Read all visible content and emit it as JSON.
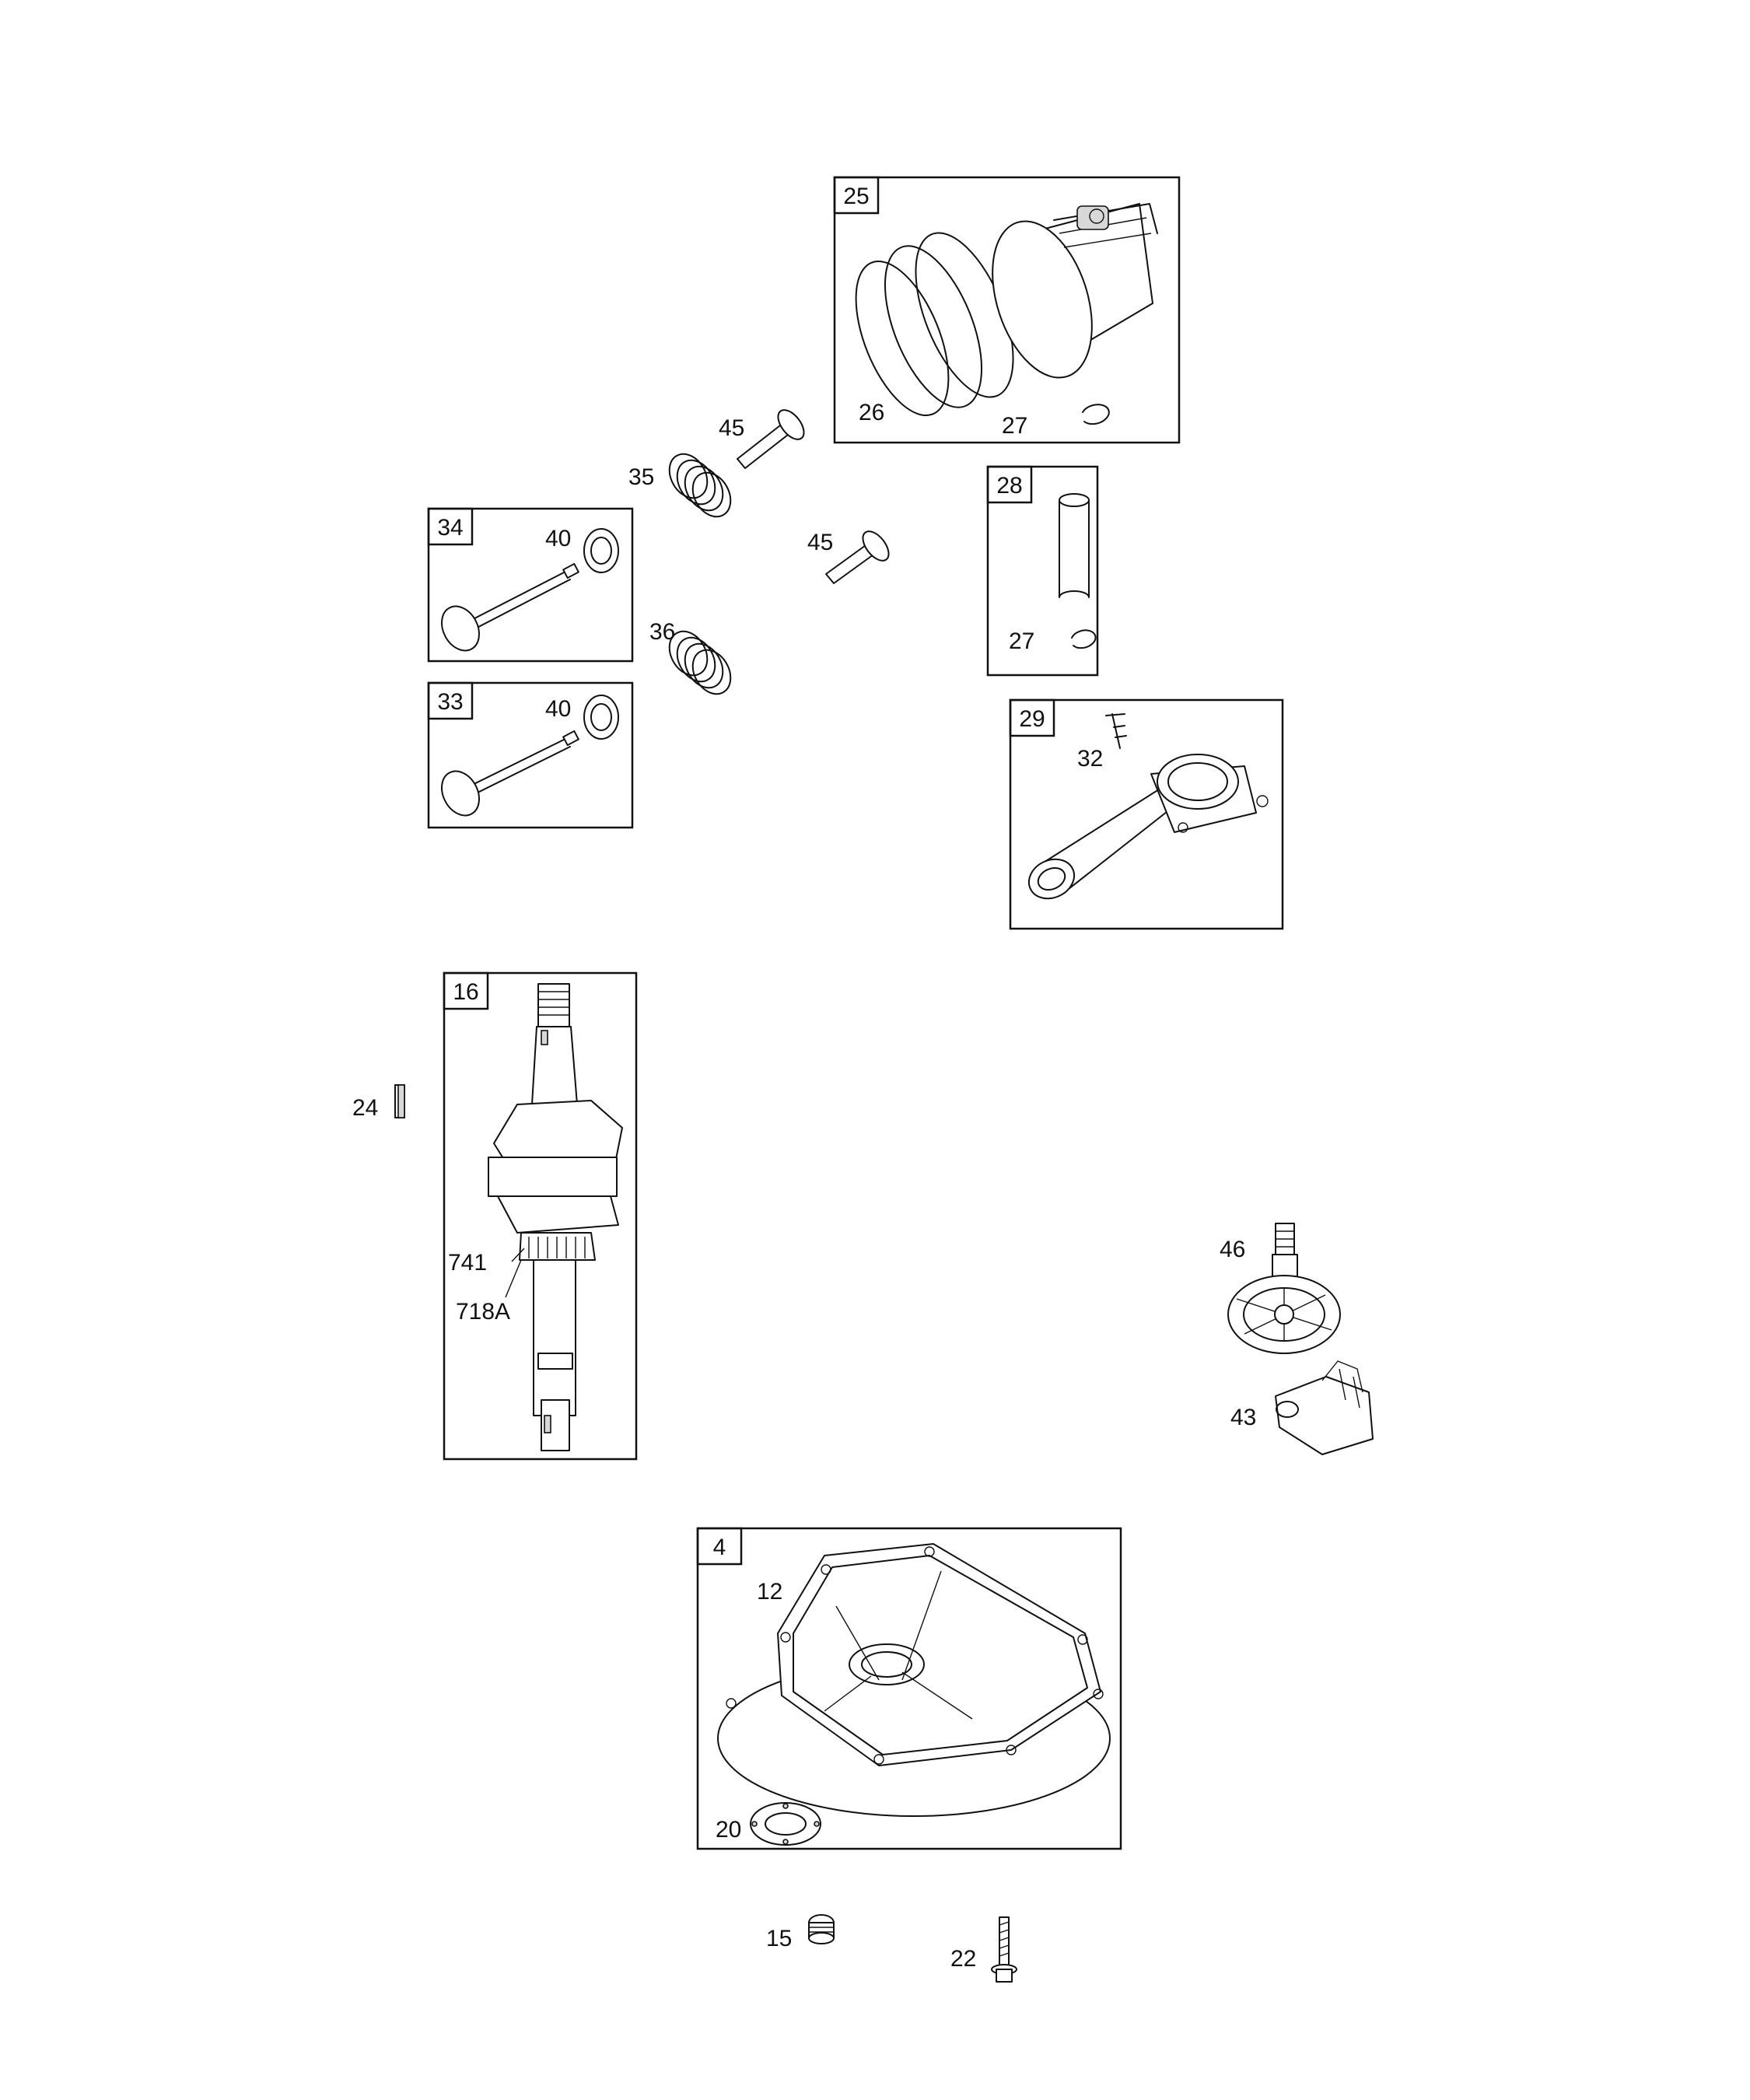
{
  "parts": {
    "p25": "25",
    "p26": "26",
    "p27a": "27",
    "p45a": "45",
    "p35": "35",
    "p45b": "45",
    "p28": "28",
    "p27b": "27",
    "p34": "34",
    "p40a": "40",
    "p36": "36",
    "p33": "33",
    "p40b": "40",
    "p29": "29",
    "p32": "32",
    "p16": "16",
    "p24": "24",
    "p741": "741",
    "p718a": "718A",
    "p46": "46",
    "p43": "43",
    "p4": "4",
    "p12": "12",
    "p20": "20",
    "p15": "15",
    "p22": "22"
  }
}
